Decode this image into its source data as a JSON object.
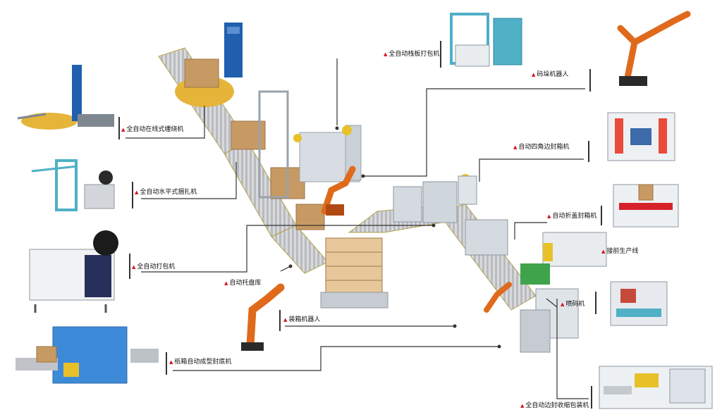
{
  "marker": "▲",
  "colors": {
    "marker": "#d0141c",
    "line": "#333333",
    "robot": "#e06a1c",
    "frame": "#4fb0c6",
    "tower": "#1f5fae",
    "box": "#c89a63"
  },
  "labels": {
    "stretch_wrapper": "全自动在线式缠绕机",
    "horizontal_strapper": "全自动水平式捆扎机",
    "auto_strapper": "全自动打包机",
    "pallet_dispenser": "自动托盘库",
    "case_packing_robot": "装箱机器人",
    "case_erector": "纸箱自动成型封底机",
    "pallet_strapper": "全自动栈板打包机",
    "palletizing_robot": "码垛机器人",
    "four_corner_sealer": "自动四角边封箱机",
    "flap_sealer": "自动折盖封箱机",
    "upstream_line": "接前生产线",
    "inkjet_coder": "喷码机",
    "shrink_wrapper": "全自动边封收缩包装机"
  }
}
